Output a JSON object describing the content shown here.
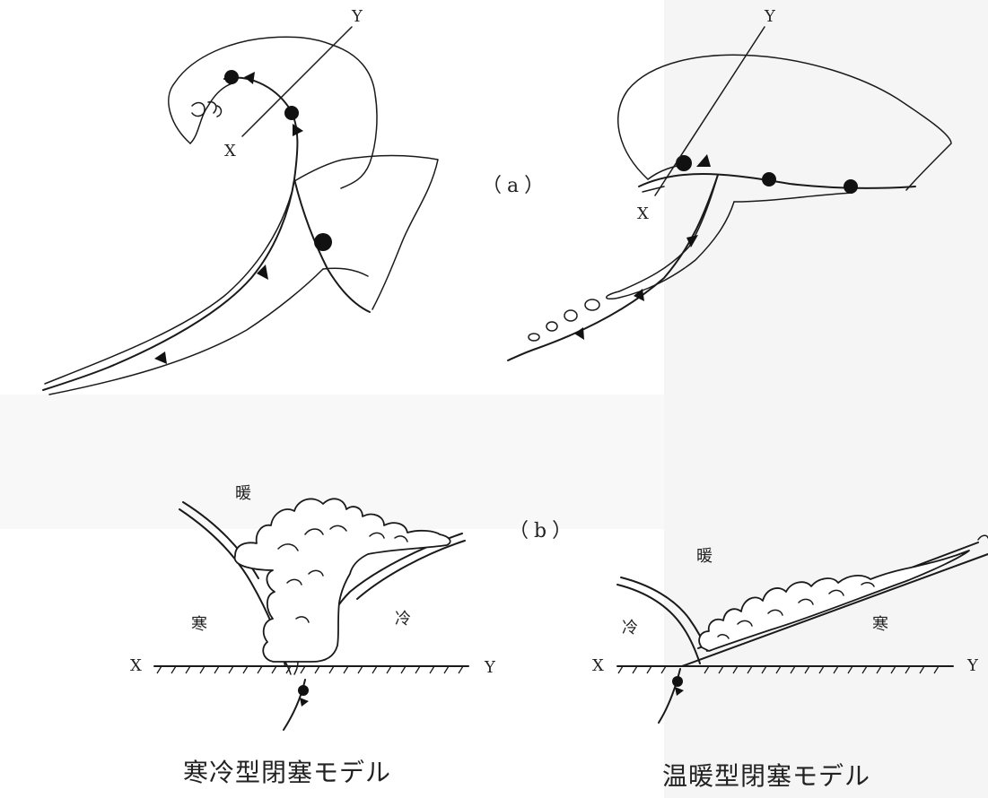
{
  "figure": {
    "panel_a_label": "（a）",
    "panel_b_label": "（b）",
    "left_map": {
      "x_label": "X",
      "y_label": "Y"
    },
    "right_map": {
      "x_label": "X",
      "y_label": "Y"
    },
    "left_section": {
      "warm": "暖",
      "cold_left": "寒",
      "cool_right": "冷",
      "x_label": "X",
      "y_label": "Y",
      "caption": "寒冷型閉塞モデル"
    },
    "right_section": {
      "warm": "暖",
      "cool_left": "冷",
      "cold_right": "寒",
      "x_label": "X",
      "y_label": "Y",
      "caption": "温暖型閉塞モデル"
    }
  },
  "colors": {
    "line": "#1a1a1a",
    "text": "#222222",
    "paper": "#ffffff",
    "scan_shade": "#f3f3f3"
  }
}
